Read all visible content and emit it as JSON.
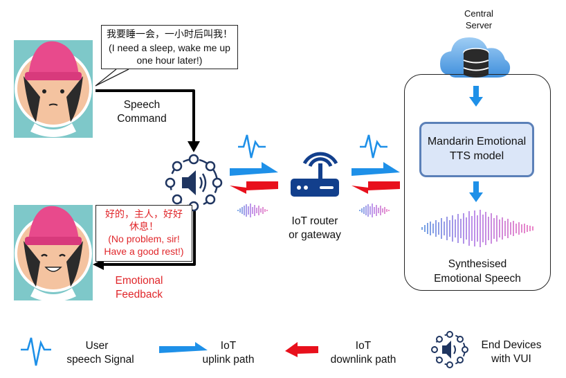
{
  "scene": {
    "central_server": [
      "Central",
      "Server"
    ],
    "user_prompt_cn": "我要睡一会，一小时后叫我！",
    "user_prompt_en": [
      "(I need a sleep, wake me up",
      "one hour later!)"
    ],
    "speech_command": [
      "Speech",
      "Command"
    ],
    "reply_cn": [
      "好的，主人，好好",
      "休息！"
    ],
    "reply_en": [
      "(No problem, sir!",
      "Have a good rest!)"
    ],
    "emotional_feedback": [
      "Emotional",
      "Feedback"
    ],
    "iot_router": [
      "IoT router",
      "or gateway"
    ],
    "tts_model": [
      "Mandarin Emotional",
      "TTS model"
    ],
    "synth_speech": [
      "Synthesised",
      "Emotional Speech"
    ]
  },
  "legend": {
    "speech_signal": [
      "User",
      "speech Signal"
    ],
    "uplink": [
      "IoT",
      "uplink path"
    ],
    "downlink": [
      "IoT",
      "downlink path"
    ],
    "end_devices": [
      "End Devices",
      "with VUI"
    ]
  },
  "colors": {
    "uplink_blue": "#1e90e8",
    "downlink_red": "#e8101c",
    "router_navy": "#123f8c",
    "cloud_blue": "#6aa7e6",
    "tts_border": "#5b80b8",
    "tts_fill": "#dbe6f8",
    "feedback_red": "#e0262a",
    "device_navy": "#1f3560"
  },
  "icons": [
    "user-avatar",
    "speaker-icon",
    "router-icon",
    "cloud-database-icon",
    "speech-signal-icon",
    "waveform"
  ]
}
